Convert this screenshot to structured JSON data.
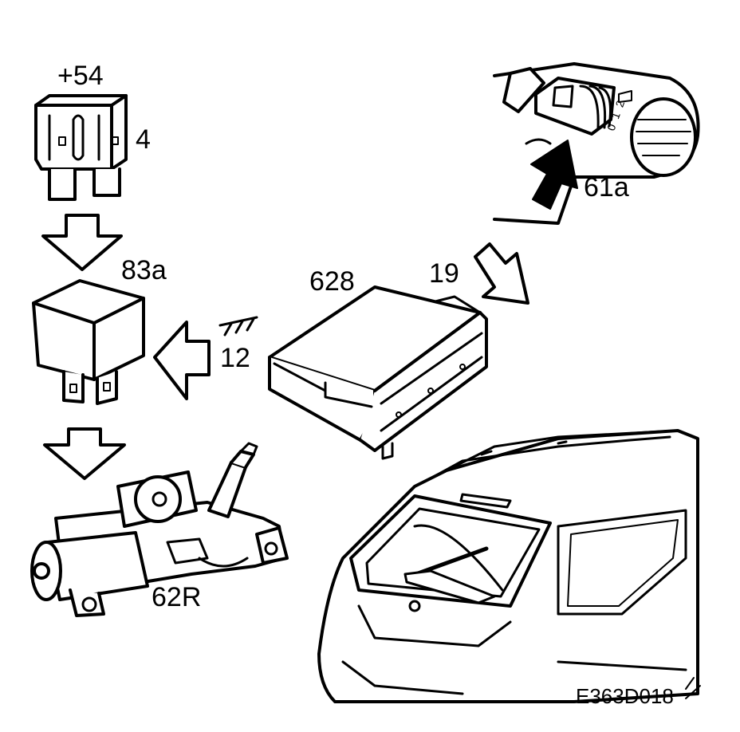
{
  "labels": {
    "fuse_supply": "+54",
    "fuse_number": "4",
    "relay": "83a",
    "ground": "12",
    "control_unit": "628",
    "connector": "19",
    "switch": "61a",
    "wiper_motor": "62R",
    "figure_code": "E363D018"
  },
  "switch_positions": [
    "0",
    "1",
    "2"
  ],
  "colors": {
    "ink": "#000000",
    "paper": "#ffffff"
  }
}
